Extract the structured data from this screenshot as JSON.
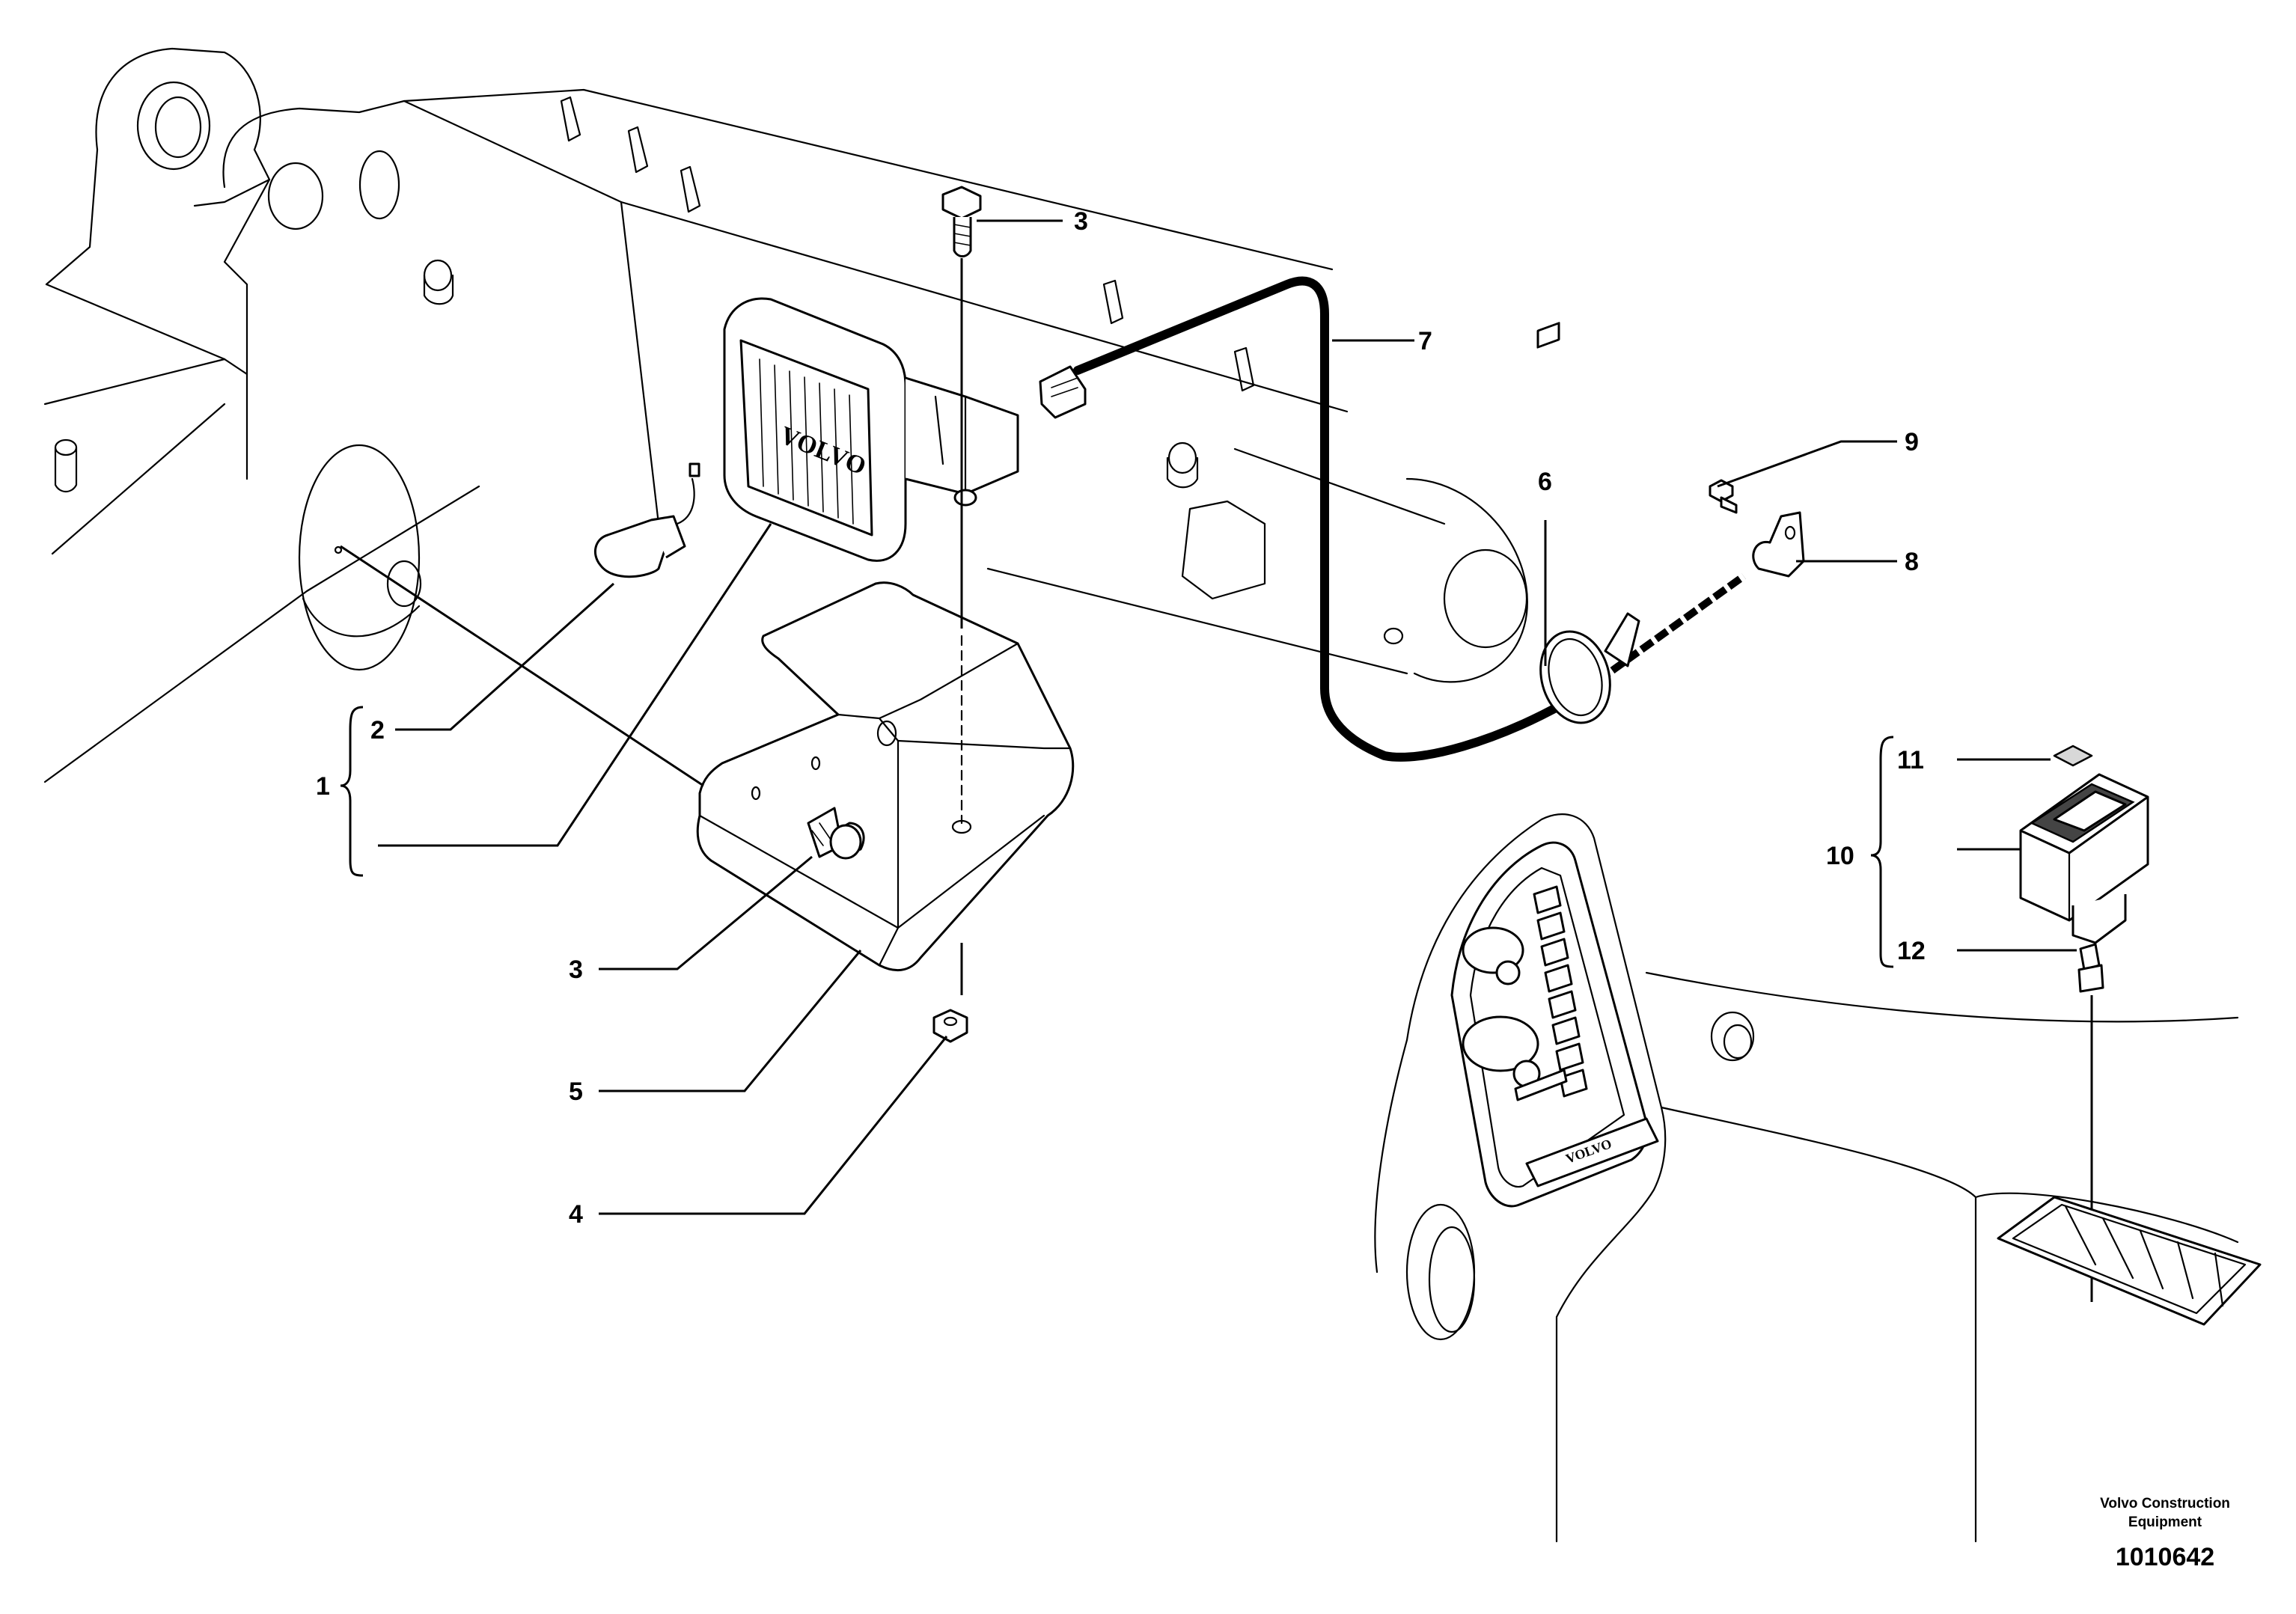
{
  "callouts": {
    "c1": "1",
    "c2": "2",
    "c3_top": "3",
    "c3_mid": "3",
    "c4": "4",
    "c5": "5",
    "c6": "6",
    "c7": "7",
    "c8": "8",
    "c9": "9",
    "c10": "10",
    "c11": "11",
    "c12": "12"
  },
  "lamp_brand": "VOLVO",
  "panel_brand": "VOLVO",
  "footer": {
    "company_line1": "Volvo Construction",
    "company_line2": "Equipment",
    "drawing_number": "1010642"
  }
}
